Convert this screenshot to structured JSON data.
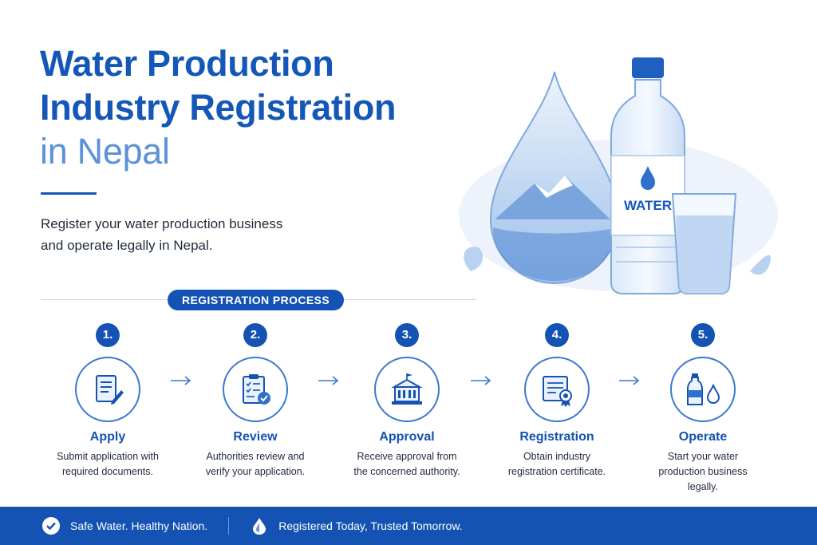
{
  "title": {
    "line1": "Water Production",
    "line2": "Industry Registration",
    "line3": "in Nepal"
  },
  "subtitle": {
    "line1": "Register your water production business",
    "line2": "and operate legally in Nepal."
  },
  "hero": {
    "bottle_label": "WATER"
  },
  "process": {
    "badge": "REGISTRATION PROCESS",
    "steps": [
      {
        "number": "1.",
        "title": "Apply",
        "desc": "Submit application with required documents.",
        "icon": "document-pen-icon"
      },
      {
        "number": "2.",
        "title": "Review",
        "desc": "Authorities review and verify your application.",
        "icon": "clipboard-check-icon"
      },
      {
        "number": "3.",
        "title": "Approval",
        "desc": "Receive approval from the concerned authority.",
        "icon": "government-building-icon"
      },
      {
        "number": "4.",
        "title": "Registration",
        "desc": "Obtain industry registration certificate.",
        "icon": "certificate-icon"
      },
      {
        "number": "5.",
        "title": "Operate",
        "desc": "Start your water production business legally.",
        "icon": "bottle-drop-icon"
      }
    ]
  },
  "footer": {
    "item1": "Safe Water. Healthy Nation.",
    "item2": "Registered Today, Trusted Tomorrow."
  },
  "colors": {
    "primary": "#1453b3",
    "title_blue": "#1457b8",
    "light_blue": "#5b93d6"
  }
}
